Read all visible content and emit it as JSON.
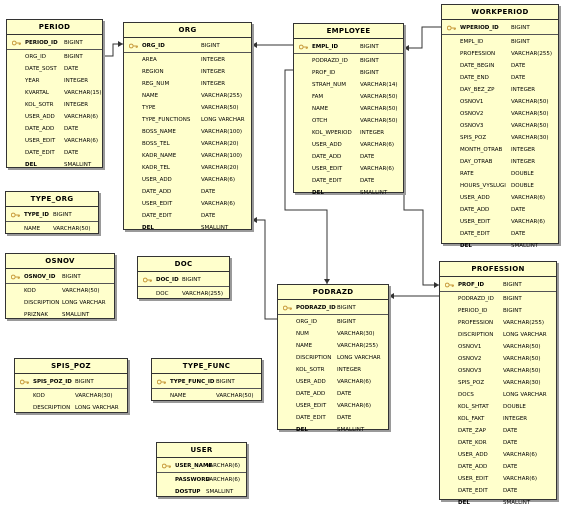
{
  "tables": {
    "period": {
      "title": "PERIOD",
      "rows": [
        {
          "name": "PERIOD_ID",
          "type": "BIGINT",
          "kind": "pk"
        },
        {
          "name": "ORG_ID",
          "type": "BIGINT"
        },
        {
          "name": "DATE_SOST",
          "type": "DATE"
        },
        {
          "name": "YEAR",
          "type": "INTEGER"
        },
        {
          "name": "KVARTAL",
          "type": "VARCHAR(15)"
        },
        {
          "name": "KOL_SOTR",
          "type": "INTEGER"
        },
        {
          "name": "USER_ADD",
          "type": "VARCHAR(6)"
        },
        {
          "name": "DATE_ADD",
          "type": "DATE"
        },
        {
          "name": "USER_EDIT",
          "type": "VARCHAR(6)"
        },
        {
          "name": "DATE_EDIT",
          "type": "DATE"
        },
        {
          "name": "DEL",
          "type": "SMALLINT",
          "kind": "b"
        }
      ]
    },
    "org": {
      "title": "ORG",
      "rows": [
        {
          "name": "ORG_ID",
          "type": "BIGINT",
          "kind": "pk"
        },
        {
          "name": "AREA",
          "type": "INTEGER"
        },
        {
          "name": "REGION",
          "type": "INTEGER"
        },
        {
          "name": "REG_NUM",
          "type": "INTEGER"
        },
        {
          "name": "NAME",
          "type": "VARCHAR(255)"
        },
        {
          "name": "TYPE",
          "type": "VARCHAR(50)"
        },
        {
          "name": "TYPE_FUNCTIONS",
          "type": "LONG VARCHAR"
        },
        {
          "name": "BOSS_NAME",
          "type": "VARCHAR(100)"
        },
        {
          "name": "BOSS_TEL",
          "type": "VARCHAR(20)"
        },
        {
          "name": "KADR_NAME",
          "type": "VARCHAR(100)"
        },
        {
          "name": "KADR_TEL",
          "type": "VARCHAR(20)"
        },
        {
          "name": "USER_ADD",
          "type": "VARCHAR(6)"
        },
        {
          "name": "DATE_ADD",
          "type": "DATE"
        },
        {
          "name": "USER_EDIT",
          "type": "VARCHAR(6)"
        },
        {
          "name": "DATE_EDIT",
          "type": "DATE"
        },
        {
          "name": "DEL",
          "type": "SMALLINT",
          "kind": "b"
        }
      ]
    },
    "employee": {
      "title": "EMPLOYEE",
      "rows": [
        {
          "name": "EMPL_ID",
          "type": "BIGINT",
          "kind": "pk"
        },
        {
          "name": "PODRAZD_ID",
          "type": "BIGINT"
        },
        {
          "name": "PROF_ID",
          "type": "BIGINT"
        },
        {
          "name": "STRAH_NUM",
          "type": "VARCHAR(14)"
        },
        {
          "name": "FAM",
          "type": "VARCHAR(50)"
        },
        {
          "name": "NAME",
          "type": "VARCHAR(50)"
        },
        {
          "name": "OTCH",
          "type": "VARCHAR(50)"
        },
        {
          "name": "KOL_WPERIOD",
          "type": "INTEGER"
        },
        {
          "name": "USER_ADD",
          "type": "VARCHAR(6)"
        },
        {
          "name": "DATE_ADD",
          "type": "DATE"
        },
        {
          "name": "USER_EDIT",
          "type": "VARCHAR(6)"
        },
        {
          "name": "DATE_EDIT",
          "type": "DATE"
        },
        {
          "name": "DEL",
          "type": "SMALLINT",
          "kind": "b"
        }
      ]
    },
    "workperiod": {
      "title": "WORKPERIOD",
      "rows": [
        {
          "name": "WPERIOD_ID",
          "type": "BIGINT",
          "kind": "pk"
        },
        {
          "name": "EMPL_ID",
          "type": "BIGINT"
        },
        {
          "name": "PROFESSION",
          "type": "VARCHAR(255)"
        },
        {
          "name": "DATE_BEGIN",
          "type": "DATE"
        },
        {
          "name": "DATE_END",
          "type": "DATE"
        },
        {
          "name": "DAY_BEZ_ZP",
          "type": "INTEGER"
        },
        {
          "name": "OSNOV1",
          "type": "VARCHAR(50)"
        },
        {
          "name": "OSNOV2",
          "type": "VARCHAR(50)"
        },
        {
          "name": "OSNOV3",
          "type": "VARCHAR(50)"
        },
        {
          "name": "SPIS_POZ",
          "type": "VARCHAR(30)"
        },
        {
          "name": "MONTH_OTRAB",
          "type": "INTEGER"
        },
        {
          "name": "DAY_OTRAB",
          "type": "INTEGER"
        },
        {
          "name": "RATE",
          "type": "DOUBLE"
        },
        {
          "name": "HOURS_VYSLUGI",
          "type": "DOUBLE"
        },
        {
          "name": "USER_ADD",
          "type": "VARCHAR(6)"
        },
        {
          "name": "DATE_ADD",
          "type": "DATE"
        },
        {
          "name": "USER_EDIT",
          "type": "VARCHAR(6)"
        },
        {
          "name": "DATE_EDIT",
          "type": "DATE"
        },
        {
          "name": "DEL",
          "type": "SMALLINT",
          "kind": "b"
        }
      ]
    },
    "type_org": {
      "title": "TYPE_ORG",
      "rows": [
        {
          "name": "TYPE_ID",
          "type": "BIGINT",
          "kind": "pk"
        },
        {
          "name": "NAME",
          "type": "VARCHAR(50)"
        }
      ]
    },
    "osnov": {
      "title": "OSNOV",
      "rows": [
        {
          "name": "OSNOV_ID",
          "type": "BIGINT",
          "kind": "pk"
        },
        {
          "name": "KOD",
          "type": "VARCHAR(50)"
        },
        {
          "name": "DISCRIPTION",
          "type": "LONG VARCHAR"
        },
        {
          "name": "PRIZNAK",
          "type": "SMALLINT"
        }
      ]
    },
    "doc": {
      "title": "DOC",
      "rows": [
        {
          "name": "DOC_ID",
          "type": "BIGINT",
          "kind": "pk"
        },
        {
          "name": "DOC",
          "type": "VARCHAR(255)"
        }
      ]
    },
    "podrazd": {
      "title": "PODRAZD",
      "rows": [
        {
          "name": "PODRAZD_ID",
          "type": "BIGINT",
          "kind": "pk"
        },
        {
          "name": "ORG_ID",
          "type": "BIGINT"
        },
        {
          "name": "NUM",
          "type": "VARCHAR(30)"
        },
        {
          "name": "NAME",
          "type": "VARCHAR(255)"
        },
        {
          "name": "DISCRIPTION",
          "type": "LONG VARCHAR"
        },
        {
          "name": "KOL_SOTR",
          "type": "INTEGER"
        },
        {
          "name": "USER_ADD",
          "type": "VARCHAR(6)"
        },
        {
          "name": "DATE_ADD",
          "type": "DATE"
        },
        {
          "name": "USER_EDIT",
          "type": "VARCHAR(6)"
        },
        {
          "name": "DATE_EDIT",
          "type": "DATE"
        },
        {
          "name": "DEL",
          "type": "SMALLINT",
          "kind": "b"
        }
      ]
    },
    "profession": {
      "title": "PROFESSION",
      "rows": [
        {
          "name": "PROF_ID",
          "type": "BIGINT",
          "kind": "pk"
        },
        {
          "name": "PODRAZD_ID",
          "type": "BIGINT"
        },
        {
          "name": "PERIOD_ID",
          "type": "BIGINT"
        },
        {
          "name": "PROFESSION",
          "type": "VARCHAR(255)"
        },
        {
          "name": "DISCRIPTION",
          "type": "LONG VARCHAR"
        },
        {
          "name": "OSNOV1",
          "type": "VARCHAR(50)"
        },
        {
          "name": "OSNOV2",
          "type": "VARCHAR(50)"
        },
        {
          "name": "OSNOV3",
          "type": "VARCHAR(50)"
        },
        {
          "name": "SPIS_POZ",
          "type": "VARCHAR(30)"
        },
        {
          "name": "DOCS",
          "type": "LONG VARCHAR"
        },
        {
          "name": "KOL_SHTAT",
          "type": "DOUBLE"
        },
        {
          "name": "KOL_FAKT",
          "type": "INTEGER"
        },
        {
          "name": "DATE_ZAP",
          "type": "DATE"
        },
        {
          "name": "DATE_KOR",
          "type": "DATE"
        },
        {
          "name": "USER_ADD",
          "type": "VARCHAR(6)"
        },
        {
          "name": "DATE_ADD",
          "type": "DATE"
        },
        {
          "name": "USER_EDIT",
          "type": "VARCHAR(6)"
        },
        {
          "name": "DATE_EDIT",
          "type": "DATE"
        },
        {
          "name": "DEL",
          "type": "SMALLINT",
          "kind": "b"
        }
      ]
    },
    "spis_poz": {
      "title": "SPIS_POZ",
      "rows": [
        {
          "name": "SPIS_POZ_ID",
          "type": "BIGINT",
          "kind": "pk"
        },
        {
          "name": "KOD",
          "type": "VARCHAR(30)"
        },
        {
          "name": "DESCRIPTION",
          "type": "LONG VARCHAR"
        }
      ]
    },
    "type_func": {
      "title": "TYPE_FUNC",
      "rows": [
        {
          "name": "TYPE_FUNC_ID",
          "type": "BIGINT",
          "kind": "pk"
        },
        {
          "name": "NAME",
          "type": "VARCHAR(50)"
        }
      ]
    },
    "user": {
      "title": "USER",
      "rows": [
        {
          "name": "USER_NAME",
          "type": "VARCHAR(6)",
          "kind": "pk"
        },
        {
          "name": "PASSWORD",
          "type": "VARCHAR(6)",
          "kind": "b"
        },
        {
          "name": "DOSTUP",
          "type": "SMALLINT",
          "kind": "b"
        }
      ]
    }
  },
  "colors": {
    "table_fill": "#ffffcc",
    "border": "#333333",
    "shadow": "#9a9a9a",
    "connector": "#333333",
    "key_icon": "#c89b3c"
  },
  "icons": {
    "primary_key": "key-icon"
  }
}
